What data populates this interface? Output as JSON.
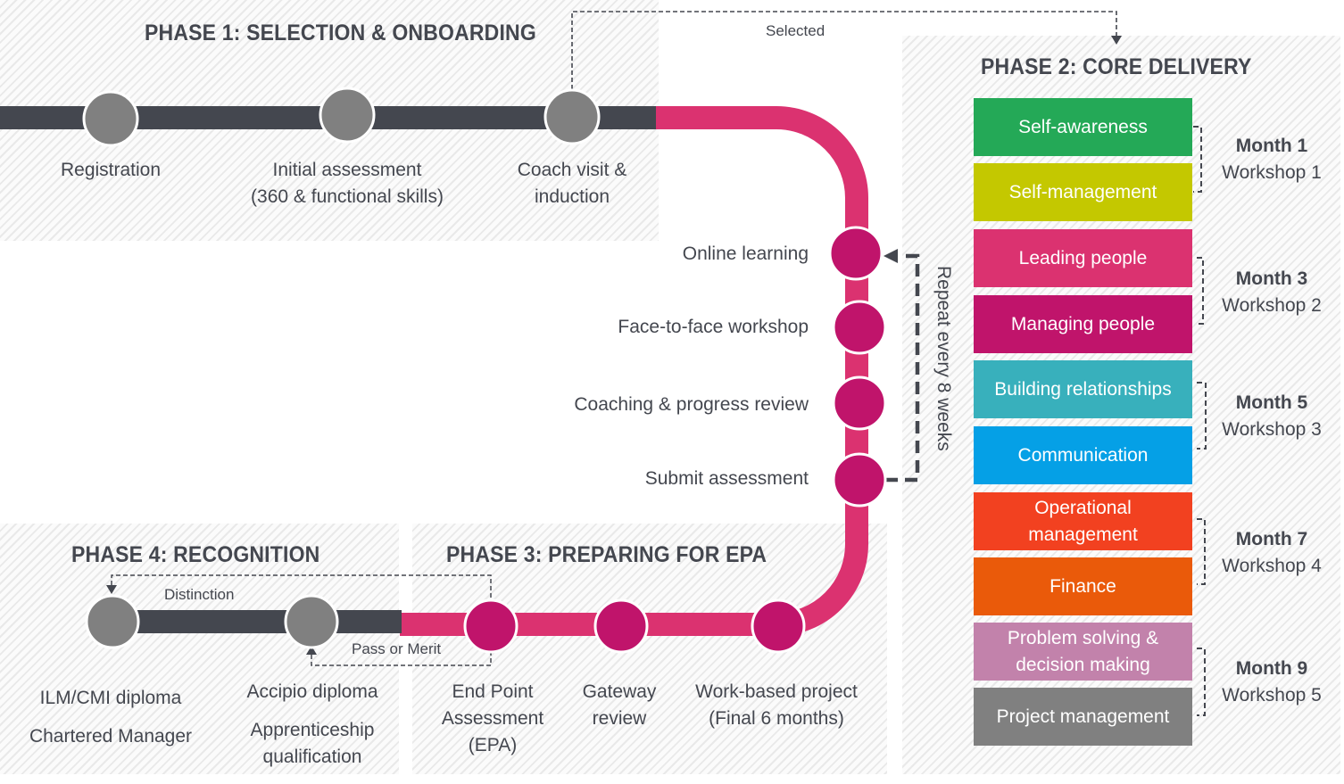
{
  "phases": {
    "phase1": {
      "title": "PHASE 1: SELECTION & ONBOARDING",
      "steps": [
        {
          "label_lines": [
            "Registration"
          ]
        },
        {
          "label_lines": [
            "Initial assessment",
            "(360 & functional skills)"
          ]
        },
        {
          "label_lines": [
            "Coach visit &",
            "induction"
          ]
        }
      ]
    },
    "selected_connector": {
      "label": "Selected"
    },
    "phase2": {
      "title": "PHASE 2: CORE DELIVERY",
      "cycle_steps": [
        {
          "label": "Online learning"
        },
        {
          "label": "Face-to-face workshop"
        },
        {
          "label": "Coaching & progress review"
        },
        {
          "label": "Submit assessment"
        }
      ],
      "repeat_label": "Repeat every 8 weeks",
      "modules": [
        {
          "label_lines": [
            "Self-awareness"
          ],
          "color": "#24a957"
        },
        {
          "label_lines": [
            "Self-management"
          ],
          "color": "#c4c800"
        },
        {
          "label_lines": [
            "Leading people"
          ],
          "color": "#db3270"
        },
        {
          "label_lines": [
            "Managing people"
          ],
          "color": "#c0146b"
        },
        {
          "label_lines": [
            "Building relationships"
          ],
          "color": "#38b0bc"
        },
        {
          "label_lines": [
            "Communication"
          ],
          "color": "#05a0e6"
        },
        {
          "label_lines": [
            "Operational",
            "management"
          ],
          "color": "#f24120"
        },
        {
          "label_lines": [
            "Finance"
          ],
          "color": "#ea5a0a"
        },
        {
          "label_lines": [
            "Problem solving &",
            "decision making"
          ],
          "color": "#c282ab"
        },
        {
          "label_lines": [
            "Project management"
          ],
          "color": "#808080"
        }
      ],
      "workshops": [
        {
          "month": "Month 1",
          "workshop": "Workshop 1"
        },
        {
          "month": "Month 3",
          "workshop": "Workshop 2"
        },
        {
          "month": "Month 5",
          "workshop": "Workshop 3"
        },
        {
          "month": "Month 7",
          "workshop": "Workshop 4"
        },
        {
          "month": "Month 9",
          "workshop": "Workshop 5"
        }
      ]
    },
    "phase3": {
      "title": "PHASE 3: PREPARING FOR EPA",
      "steps": [
        {
          "label_lines": [
            "End Point",
            "Assessment",
            "(EPA)"
          ]
        },
        {
          "label_lines": [
            "Gateway",
            "review"
          ]
        },
        {
          "label_lines": [
            "Work-based project",
            "(Final 6 months)"
          ]
        }
      ]
    },
    "phase4": {
      "title": "PHASE 4: RECOGNITION",
      "distinction_label": "Distinction",
      "pass_merit_label": "Pass or Merit",
      "steps": [
        {
          "label_lines": [
            "ILM/CMI diploma",
            "Chartered Manager"
          ]
        },
        {
          "label_lines": [
            "Accipio diploma",
            "Apprenticeship",
            "qualification"
          ]
        }
      ]
    }
  },
  "colors": {
    "track_dark": "#44474f",
    "track_pink": "#db3270",
    "node_grey": "#808080",
    "node_magenta": "#c0146b",
    "text": "#44474f"
  }
}
